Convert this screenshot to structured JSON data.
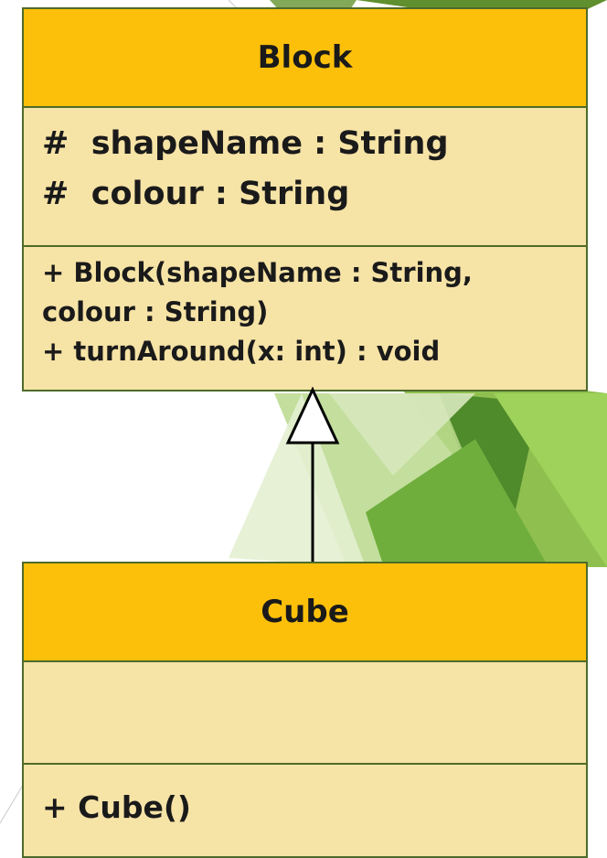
{
  "classes": {
    "block": {
      "name": "Block",
      "attributes": [
        "#  shapeName : String",
        "#  colour : String"
      ],
      "methods": [
        "+ Block(shapeName : String,",
        "colour : String)",
        "+ turnAround(x: int) : void"
      ]
    },
    "cube": {
      "name": "Cube",
      "attributes": [],
      "methods": [
        "+ Cube()"
      ]
    }
  },
  "relationship": {
    "type": "inheritance",
    "from": "Cube",
    "to": "Block"
  },
  "colors": {
    "header_fill": "#fdc00a",
    "body_fill": "#f6e3a6",
    "border": "#4e6b2a",
    "bg_green_dark": "#4f8a2b",
    "bg_green_light": "#a6cf6b"
  }
}
